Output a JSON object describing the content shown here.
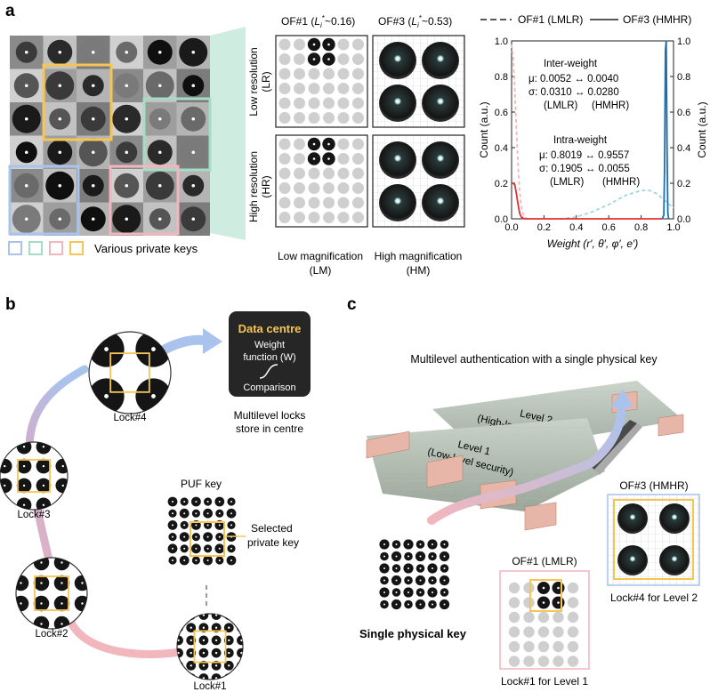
{
  "panel_labels": {
    "a": "a",
    "b": "b",
    "c": "c"
  },
  "panel_a": {
    "keys_label": "Various private keys",
    "col1_header": "OF#1 (",
    "col1_lum": "L",
    "col1_sub": "i",
    "col1_sup": "*",
    "col1_val": "~0.16)",
    "col2_header": "OF#3 (",
    "col2_lum": "L",
    "col2_sub": "i",
    "col2_sup": "*",
    "col2_val": "~0.53)",
    "row1_label_a": "Low resolution",
    "row1_label_b": "(LR)",
    "row2_label_a": "High resolution",
    "row2_label_b": "(HR)",
    "bottom1_a": "Low magnification",
    "bottom1_b": "(LM)",
    "bottom2_a": "High magnification",
    "bottom2_b": "(HM)"
  },
  "panel_b": {
    "data_centre_title": "Data centre",
    "data_centre_l1": "Weight",
    "data_centre_l2": "function (W)",
    "data_centre_l3": "Comparison",
    "store_l1": "Multilevel locks",
    "store_l2": "store in centre",
    "puf_key": "PUF key",
    "selected_l1": "Selected",
    "selected_l2": "private key",
    "lock1": "Lock#1",
    "lock2": "Lock#2",
    "lock3": "Lock#3",
    "lock4": "Lock#4"
  },
  "panel_c": {
    "title": "Multilevel authentication with a single physical key",
    "level2_a": "Level 2",
    "level2_b": "(High-level security area)",
    "level1_a": "Level 1",
    "level1_b": "(Low-level security)",
    "single_key": "Single physical key",
    "of1": "OF#1 (LMLR)",
    "of3": "OF#3 (HMHR)",
    "lock1_level": "Lock#1 for Level 1",
    "lock4_level": "Lock#4 for Level 2"
  },
  "chart_data": {
    "type": "line",
    "legend": [
      {
        "name": "OF#1 (LMLR)",
        "style": "dashed"
      },
      {
        "name": "OF#3 (HMHR)",
        "style": "solid"
      }
    ],
    "legend_placement": "top",
    "xlabel": "Weight (r′, θ′, φ′, e′)",
    "ylabel_left": "Count (a.u.)",
    "ylabel_right": "Count (a.u.)",
    "xlim": [
      0.0,
      1.0
    ],
    "ylim": [
      0.0,
      1.0
    ],
    "xticks": [
      "0.0",
      "0.2",
      "0.4",
      "0.6",
      "0.8",
      "1.0"
    ],
    "yticks_left": [
      "0.0",
      "0.2",
      "0.4",
      "0.6",
      "0.8",
      "1.0"
    ],
    "yticks_right": [
      "0.0",
      "0.2",
      "0.4",
      "0.6",
      "0.8",
      "1.0"
    ],
    "inter_weight": {
      "title": "Inter-weight",
      "mu": "μ: 0.0052 ↔ 0.0040",
      "sigma": "σ: 0.0310 ↔ 0.0280",
      "left": "(LMLR)",
      "right": "(HMHR)"
    },
    "intra_weight": {
      "title": "Intra-weight",
      "mu": "μ: 0.8019 ↔ 0.9557",
      "sigma": "σ: 0.1905 ↔ 0.0055",
      "left": "(LMLR)",
      "right": "(HMHR)"
    },
    "series": [
      {
        "name": "OF#1 (LMLR) inter",
        "color": "#f2b6bd",
        "dash": true,
        "x": [
          0.0,
          0.01,
          0.02,
          0.03,
          0.04,
          0.05,
          0.06,
          0.07,
          0.08,
          0.1
        ],
        "y": [
          0.98,
          0.9,
          0.72,
          0.5,
          0.3,
          0.15,
          0.07,
          0.03,
          0.01,
          0.0
        ]
      },
      {
        "name": "OF#1 (LMLR) intra",
        "color": "#9fd8da",
        "dash": true,
        "x": [
          0.3,
          0.4,
          0.5,
          0.6,
          0.7,
          0.8,
          0.85,
          0.9,
          0.95,
          1.0
        ],
        "y": [
          0.0,
          0.01,
          0.04,
          0.08,
          0.13,
          0.16,
          0.16,
          0.14,
          0.1,
          0.06
        ]
      },
      {
        "name": "OF#3 (HMHR) inter",
        "color": "#e03030",
        "dash": false,
        "x": [
          0.0,
          0.01,
          0.02,
          0.03,
          0.04,
          0.05,
          0.06,
          0.08,
          0.12,
          0.3,
          0.5,
          0.93
        ],
        "y": [
          0.2,
          0.2,
          0.19,
          0.14,
          0.08,
          0.03,
          0.01,
          0.0,
          0.0,
          0.0,
          0.0,
          0.0
        ]
      },
      {
        "name": "OF#3 (HMHR) intra",
        "color": "#1f6fb0",
        "dash": false,
        "x": [
          0.93,
          0.94,
          0.945,
          0.95,
          0.955,
          0.96,
          0.965,
          0.97
        ],
        "y": [
          0.0,
          0.02,
          0.3,
          0.95,
          1.0,
          0.4,
          0.03,
          0.0
        ]
      }
    ]
  },
  "colors": {
    "blue": "#a9c3ec",
    "green": "#a6dcc6",
    "pink": "#f2b6bd",
    "yellow": "#f7c553",
    "dark": "#262626"
  }
}
